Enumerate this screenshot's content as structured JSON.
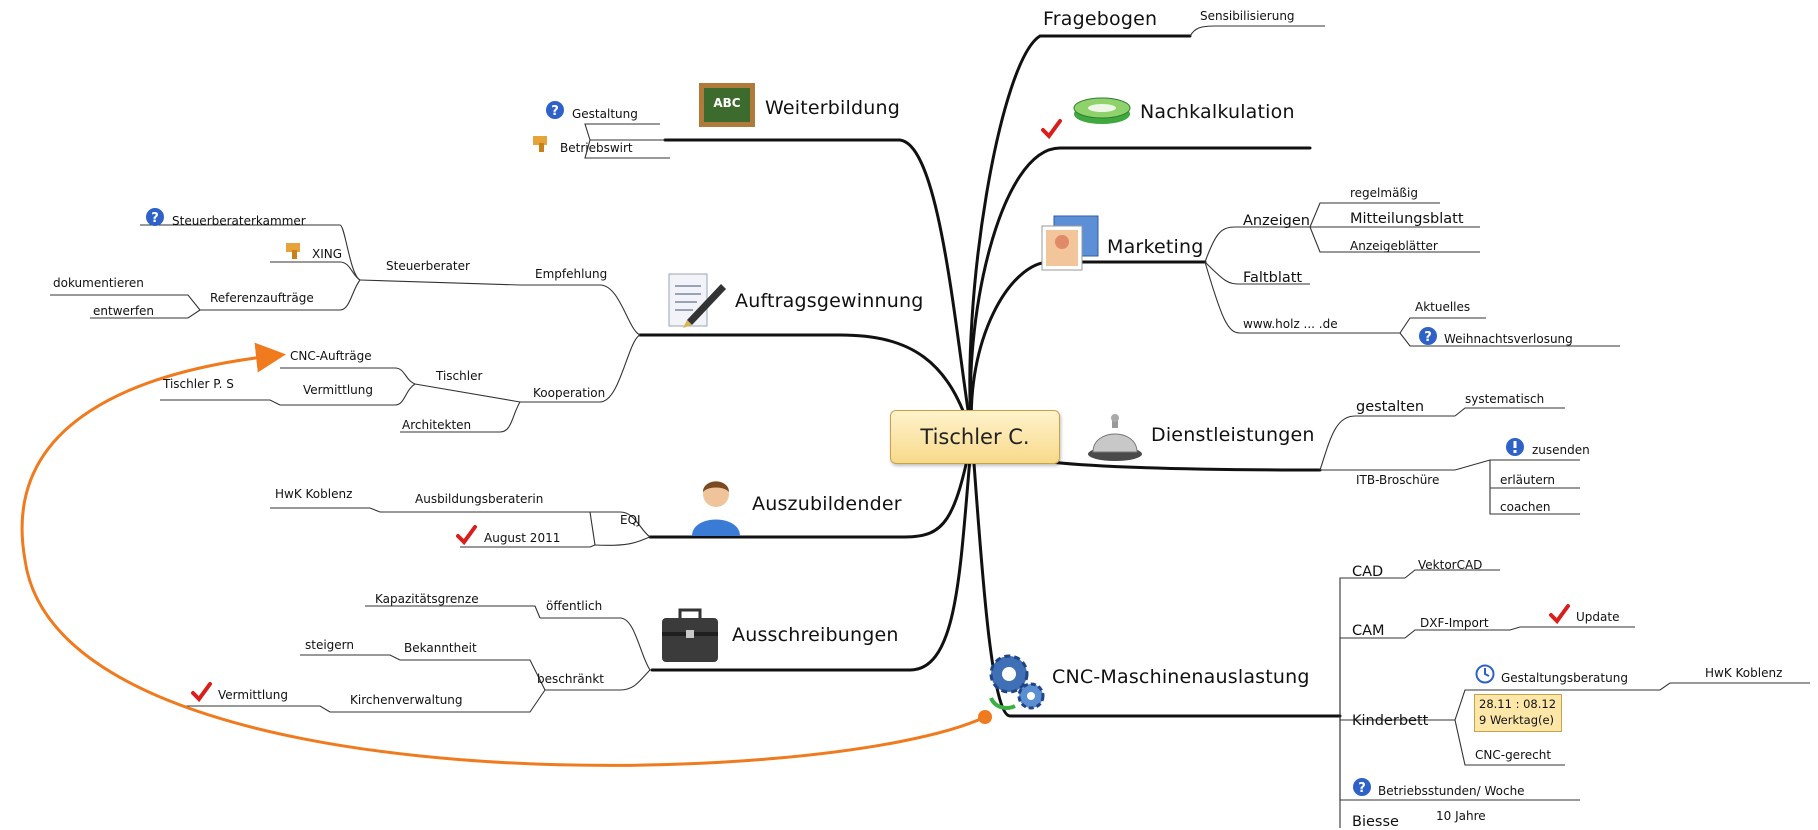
{
  "root": {
    "label": "Tischler C."
  },
  "colors": {
    "relationship": "#f07a1e",
    "check": "#d91e1e",
    "question": "#2f62c8",
    "branch": "#111111"
  },
  "branches": {
    "fragebogen": {
      "label": "Fragebogen",
      "sub": {
        "sensibilisierung": "Sensibilisierung"
      }
    },
    "nachkalkulation": {
      "label": "Nachkalkulation",
      "icons": [
        "check-icon",
        "money-tube-icon"
      ]
    },
    "marketing": {
      "label": "Marketing",
      "icon": "picture-icon",
      "anzeigen": {
        "label": "Anzeigen",
        "items": {
          "regelmaessig": "regelmäßig",
          "mitteilungsblatt": "Mitteilungsblatt",
          "anzeigeblaetter": "Anzeigeblätter"
        }
      },
      "faltblatt": "Faltblatt",
      "www": {
        "label": "www.holz ... .de",
        "items": {
          "aktuelles": "Aktuelles",
          "weihnachtsverlosung": "Weihnachtsverlosung"
        }
      }
    },
    "dienstleistungen": {
      "label": "Dienstleistungen",
      "icon": "bell-icon",
      "gestalten": {
        "label": "gestalten",
        "items": {
          "systematisch": "systematisch"
        }
      },
      "itb": {
        "label": "ITB-Broschüre",
        "items": {
          "zusenden": "zusenden",
          "erlaeutern": "erläutern",
          "coachen": "coachen"
        }
      }
    },
    "cnc": {
      "label": "CNC-Maschinenauslastung",
      "icon": "gears-icon",
      "cad": {
        "label": "CAD",
        "items": {
          "vektorcad": "VektorCAD"
        }
      },
      "cam": {
        "label": "CAM",
        "items": {
          "dxf": "DXF-Import",
          "update": "Update"
        }
      },
      "kinderbett": {
        "label": "Kinderbett",
        "items": {
          "gestaltungsberatung": "Gestaltungsberatung",
          "hwk": "HwK Koblenz",
          "cncgerecht": "CNC-gerecht"
        },
        "note": {
          "dates": "28.11 : 08.12",
          "duration": "9 Werktag(e)"
        }
      },
      "betriebsstunden": "Betriebsstunden/ Woche",
      "biesse": {
        "label": "Biesse",
        "items": {
          "zehnjahre": "10 Jahre"
        }
      }
    },
    "weiterbildung": {
      "label": "Weiterbildung",
      "icon": "chalkboard-icon",
      "items": {
        "gestaltung": "Gestaltung",
        "betriebswirt": "Betriebswirt"
      }
    },
    "auftragsgewinnung": {
      "label": "Auftragsgewinnung",
      "icon": "document-pen-icon",
      "empfehlung": {
        "label": "Empfehlung",
        "steuerberater": {
          "label": "Steuerberater",
          "items": {
            "kammer": "Steuerberaterkammer",
            "xing": "XING"
          },
          "referenzauftraege": {
            "label": "Referenzaufträge",
            "items": {
              "dokumentieren": "dokumentieren",
              "entwerfen": "entwerfen"
            }
          }
        }
      },
      "kooperation": {
        "label": "Kooperation",
        "tischler": {
          "label": "Tischler",
          "items": {
            "cncauftraege": "CNC-Aufträge"
          },
          "vermittlung": {
            "label": "Vermittlung",
            "items": {
              "tischlerps": "Tischler P. S"
            }
          }
        },
        "architekten": "Architekten"
      }
    },
    "auszubildender": {
      "label": "Auszubildender",
      "icon": "person-icon",
      "eqj": {
        "label": "EQJ",
        "ausbildungsberaterin": {
          "label": "Ausbildungsberaterin",
          "items": {
            "hwk": "HwK Koblenz"
          }
        },
        "august": "August 2011"
      }
    },
    "ausschreibungen": {
      "label": "Ausschreibungen",
      "icon": "briefcase-icon",
      "oeffentlich": {
        "label": "öffentlich",
        "items": {
          "kapazitaet": "Kapazitätsgrenze"
        }
      },
      "beschraenkt": {
        "label": "beschränkt",
        "bekanntheit": {
          "label": "Bekanntheit",
          "items": {
            "steigern": "steigern"
          }
        },
        "kirchenverwaltung": {
          "label": "Kirchenverwaltung",
          "items": {
            "vermittlung": "Vermittlung"
          }
        }
      }
    }
  }
}
